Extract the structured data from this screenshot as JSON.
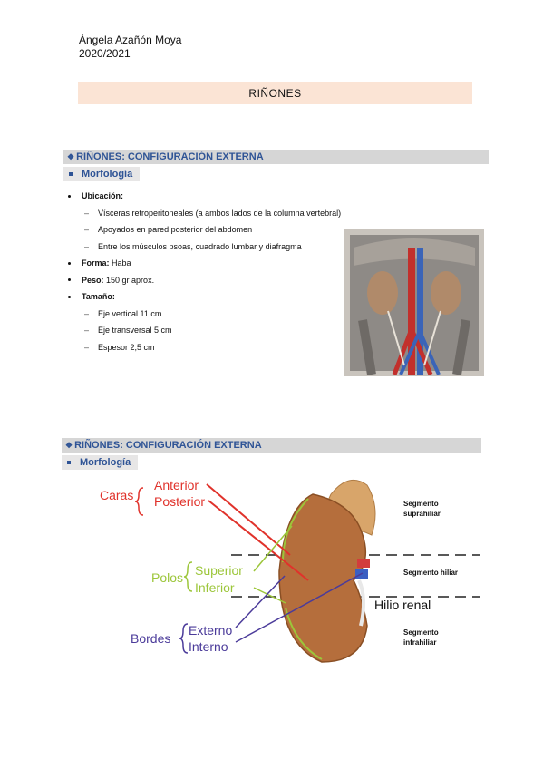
{
  "header": {
    "author": "Ángela Azañón Moya",
    "year": "2020/2021"
  },
  "title": "RIÑONES",
  "section1": {
    "heading": "RIÑONES: CONFIGURACIÓN EXTERNA",
    "sub": "Morfología",
    "ubicacion_label": "Ubicación:",
    "ubicacion_items": [
      "Vísceras retroperitoneales (a ambos lados de la columna vertebral)",
      "Apoyados en pared posterior del abdomen",
      "Entre los músculos psoas, cuadrado lumbar y diafragma"
    ],
    "forma_label": "Forma:",
    "forma_value": "Haba",
    "peso_label": "Peso:",
    "peso_value": "150 gr aprox.",
    "tamano_label": "Tamaño:",
    "tamano_items": [
      "Eje vertical 11 cm",
      "Eje transversal 5 cm",
      "Espesor 2,5 cm"
    ]
  },
  "section2": {
    "heading": "RIÑONES: CONFIGURACIÓN EXTERNA",
    "sub": "Morfología",
    "diagram": {
      "caras": "Caras",
      "anterior": "Anterior",
      "posterior": "Posterior",
      "polos": "Polos",
      "superior": "Superior",
      "inferior": "Inferior",
      "bordes": "Bordes",
      "externo": "Externo",
      "interno": "Interno",
      "hilio": "Hilio renal",
      "seg1a": "Segmento",
      "seg1b": "suprahiliar",
      "seg2": "Segmento hiliar",
      "seg3a": "Segmento",
      "seg3b": "infrahiliar"
    }
  },
  "colors": {
    "red": "#e0322b",
    "green": "#9cc63a",
    "purple": "#4b3b9a",
    "heading": "#2f5496",
    "title_bg": "#fbe4d5"
  }
}
